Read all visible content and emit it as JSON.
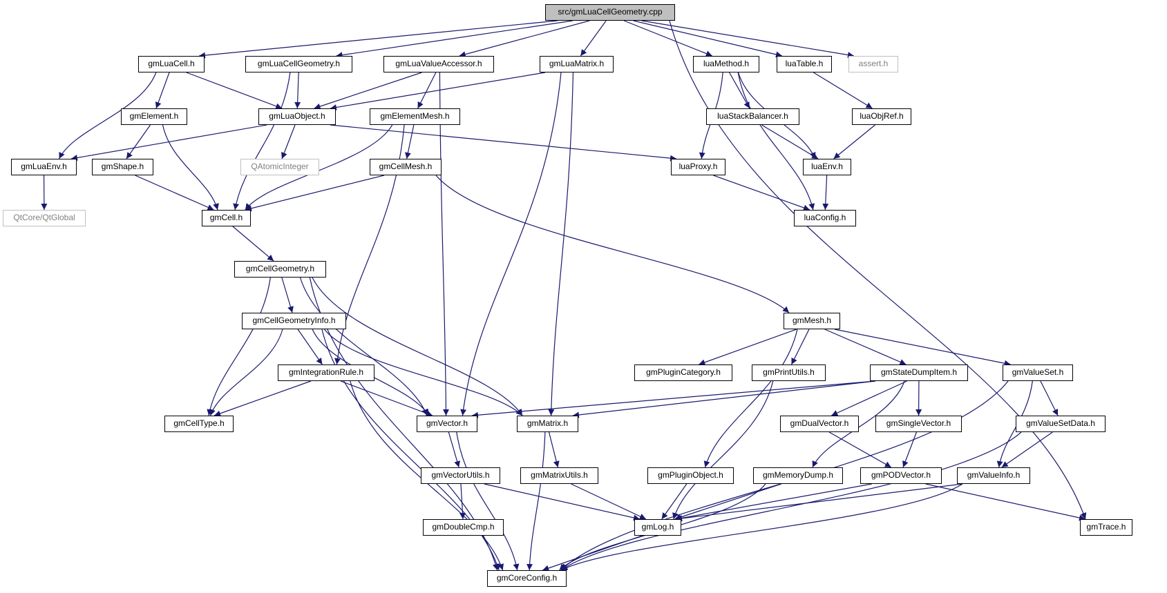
{
  "root": "src/gmLuaCellGeometry.cpp",
  "colors": {
    "edge": "#191970",
    "node_border": "#000000",
    "external_border": "#bfbfbf",
    "external_text": "#808080",
    "root_fill": "#bfbfbf"
  },
  "nodes": {
    "root": "src/gmLuaCellGeometry.cpp",
    "gmLuaCell": "gmLuaCell.h",
    "gmLuaCellGeometryH": "gmLuaCellGeometry.h",
    "gmLuaValueAccessor": "gmLuaValueAccessor.h",
    "gmLuaMatrix": "gmLuaMatrix.h",
    "luaMethod": "luaMethod.h",
    "luaTable": "luaTable.h",
    "assert": "assert.h",
    "gmElement": "gmElement.h",
    "gmLuaObject": "gmLuaObject.h",
    "gmElementMesh": "gmElementMesh.h",
    "luaStackBalancer": "luaStackBalancer.h",
    "luaObjRef": "luaObjRef.h",
    "gmLuaEnv": "gmLuaEnv.h",
    "gmShape": "gmShape.h",
    "QAtomicInteger": "QAtomicInteger",
    "gmCellMesh": "gmCellMesh.h",
    "luaProxy": "luaProxy.h",
    "luaEnv": "luaEnv.h",
    "QtGlobal": "QtCore/QtGlobal",
    "gmCell": "gmCell.h",
    "luaConfig": "luaConfig.h",
    "gmCellGeometry": "gmCellGeometry.h",
    "gmCellGeometryInfo": "gmCellGeometryInfo.h",
    "gmMesh": "gmMesh.h",
    "gmIntegrationRule": "gmIntegrationRule.h",
    "gmPluginCategory": "gmPluginCategory.h",
    "gmPrintUtils": "gmPrintUtils.h",
    "gmStateDumpItem": "gmStateDumpItem.h",
    "gmValueSet": "gmValueSet.h",
    "gmCellType": "gmCellType.h",
    "gmVector": "gmVector.h",
    "gmMatrix": "gmMatrix.h",
    "gmDualVector": "gmDualVector.h",
    "gmSingleVector": "gmSingleVector.h",
    "gmValueSetData": "gmValueSetData.h",
    "gmVectorUtils": "gmVectorUtils.h",
    "gmMatrixUtils": "gmMatrixUtils.h",
    "gmPluginObject": "gmPluginObject.h",
    "gmMemoryDump": "gmMemoryDump.h",
    "gmPODVector": "gmPODVector.h",
    "gmValueInfo": "gmValueInfo.h",
    "gmDoubleCmp": "gmDoubleCmp.h",
    "gmLog": "gmLog.h",
    "gmTrace": "gmTrace.h",
    "gmCoreConfig": "gmCoreConfig.h"
  },
  "edges": [
    [
      "root",
      "gmLuaCell"
    ],
    [
      "root",
      "gmLuaCellGeometryH"
    ],
    [
      "root",
      "gmLuaValueAccessor"
    ],
    [
      "root",
      "gmLuaMatrix"
    ],
    [
      "root",
      "luaMethod"
    ],
    [
      "root",
      "luaTable"
    ],
    [
      "root",
      "assert"
    ],
    [
      "root",
      "gmTrace"
    ],
    [
      "gmLuaCell",
      "gmElement"
    ],
    [
      "gmLuaCell",
      "gmLuaObject"
    ],
    [
      "gmLuaCell",
      "gmLuaEnv"
    ],
    [
      "gmLuaCellGeometryH",
      "gmLuaObject"
    ],
    [
      "gmLuaCellGeometryH",
      "gmCell"
    ],
    [
      "gmLuaValueAccessor",
      "gmLuaObject"
    ],
    [
      "gmLuaValueAccessor",
      "gmElementMesh"
    ],
    [
      "gmLuaValueAccessor",
      "gmVector"
    ],
    [
      "gmLuaMatrix",
      "gmLuaObject"
    ],
    [
      "gmLuaMatrix",
      "gmVector"
    ],
    [
      "gmLuaMatrix",
      "gmMatrix"
    ],
    [
      "luaMethod",
      "luaStackBalancer"
    ],
    [
      "luaMethod",
      "luaEnv"
    ],
    [
      "luaMethod",
      "luaProxy"
    ],
    [
      "luaMethod",
      "luaConfig"
    ],
    [
      "luaTable",
      "luaObjRef"
    ],
    [
      "gmElement",
      "gmShape"
    ],
    [
      "gmElement",
      "gmCell"
    ],
    [
      "gmLuaObject",
      "gmLuaEnv"
    ],
    [
      "gmLuaObject",
      "QAtomicInteger"
    ],
    [
      "gmLuaObject",
      "luaProxy"
    ],
    [
      "gmElementMesh",
      "gmCellMesh"
    ],
    [
      "gmElementMesh",
      "gmCell"
    ],
    [
      "gmElementMesh",
      "gmIntegrationRule"
    ],
    [
      "luaStackBalancer",
      "luaEnv"
    ],
    [
      "luaObjRef",
      "luaEnv"
    ],
    [
      "gmLuaEnv",
      "QtGlobal"
    ],
    [
      "gmShape",
      "gmCell"
    ],
    [
      "gmCellMesh",
      "gmCell"
    ],
    [
      "gmCellMesh",
      "gmMesh"
    ],
    [
      "luaProxy",
      "luaConfig"
    ],
    [
      "luaEnv",
      "luaConfig"
    ],
    [
      "gmCell",
      "gmCellGeometry"
    ],
    [
      "gmCellGeometry",
      "gmCellGeometryInfo"
    ],
    [
      "gmCellGeometry",
      "gmCellType"
    ],
    [
      "gmCellGeometry",
      "gmVector"
    ],
    [
      "gmCellGeometry",
      "gmMatrix"
    ],
    [
      "gmCellGeometry",
      "gmCoreConfig"
    ],
    [
      "gmCellGeometryInfo",
      "gmIntegrationRule"
    ],
    [
      "gmCellGeometryInfo",
      "gmCellType"
    ],
    [
      "gmCellGeometryInfo",
      "gmVector"
    ],
    [
      "gmCellGeometryInfo",
      "gmMatrix"
    ],
    [
      "gmCellGeometryInfo",
      "gmCoreConfig"
    ],
    [
      "gmIntegrationRule",
      "gmCellType"
    ],
    [
      "gmIntegrationRule",
      "gmVector"
    ],
    [
      "gmIntegrationRule",
      "gmCoreConfig"
    ],
    [
      "gmMesh",
      "gmPluginCategory"
    ],
    [
      "gmMesh",
      "gmPrintUtils"
    ],
    [
      "gmMesh",
      "gmStateDumpItem"
    ],
    [
      "gmMesh",
      "gmValueSet"
    ],
    [
      "gmMesh",
      "gmPluginObject"
    ],
    [
      "gmPrintUtils",
      "gmLog"
    ],
    [
      "gmStateDumpItem",
      "gmVector"
    ],
    [
      "gmStateDumpItem",
      "gmMatrix"
    ],
    [
      "gmStateDumpItem",
      "gmDualVector"
    ],
    [
      "gmStateDumpItem",
      "gmSingleVector"
    ],
    [
      "gmStateDumpItem",
      "gmMemoryDump"
    ],
    [
      "gmValueSet",
      "gmValueSetData"
    ],
    [
      "gmValueSet",
      "gmValueInfo"
    ],
    [
      "gmValueSet",
      "gmCoreConfig"
    ],
    [
      "gmVector",
      "gmVectorUtils"
    ],
    [
      "gmVector",
      "gmCoreConfig"
    ],
    [
      "gmMatrix",
      "gmMatrixUtils"
    ],
    [
      "gmMatrix",
      "gmCoreConfig"
    ],
    [
      "gmDualVector",
      "gmPODVector"
    ],
    [
      "gmSingleVector",
      "gmPODVector"
    ],
    [
      "gmValueSetData",
      "gmValueInfo"
    ],
    [
      "gmValueSetData",
      "gmCoreConfig"
    ],
    [
      "gmVectorUtils",
      "gmDoubleCmp"
    ],
    [
      "gmVectorUtils",
      "gmLog"
    ],
    [
      "gmMatrixUtils",
      "gmLog"
    ],
    [
      "gmPluginObject",
      "gmLog"
    ],
    [
      "gmMemoryDump",
      "gmLog"
    ],
    [
      "gmMemoryDump",
      "gmCoreConfig"
    ],
    [
      "gmPODVector",
      "gmLog"
    ],
    [
      "gmPODVector",
      "gmTrace"
    ],
    [
      "gmValueInfo",
      "gmLog"
    ],
    [
      "gmValueInfo",
      "gmCoreConfig"
    ],
    [
      "gmLog",
      "gmCoreConfig"
    ]
  ]
}
